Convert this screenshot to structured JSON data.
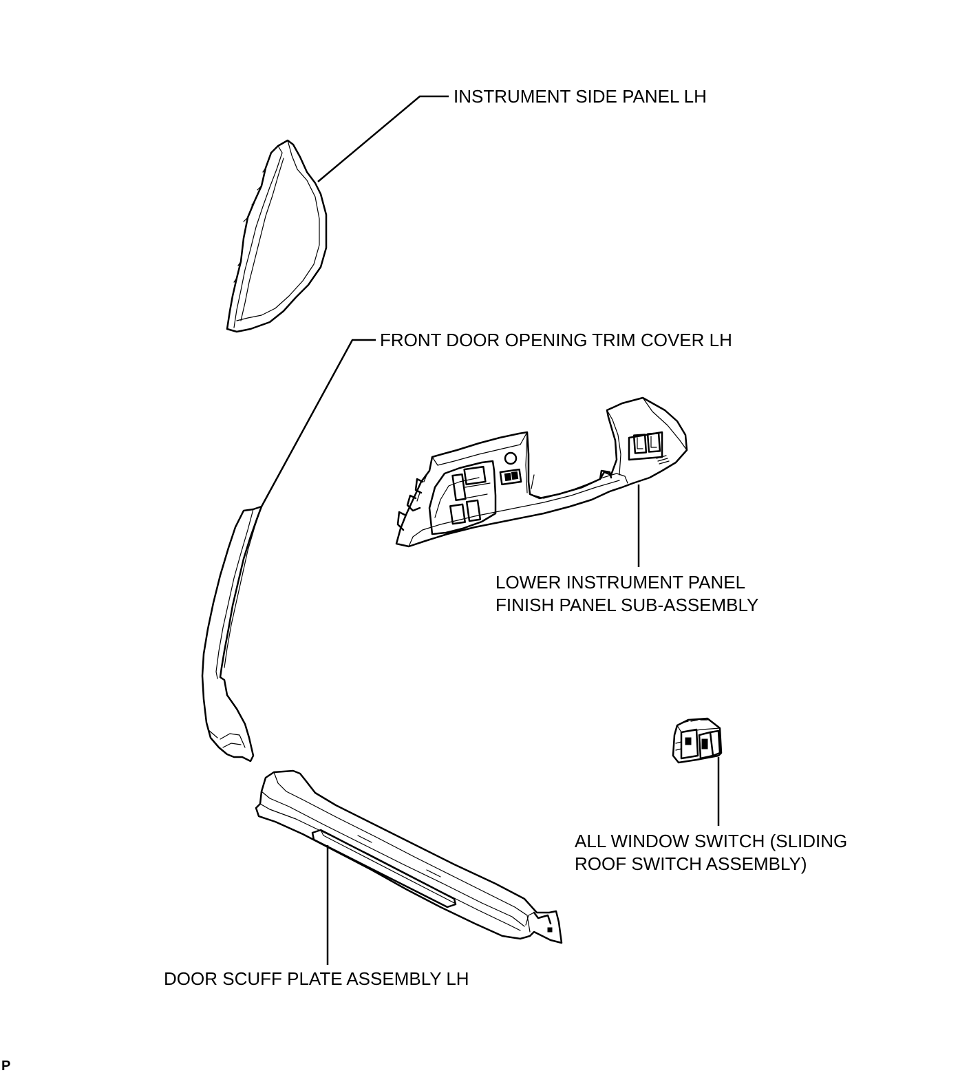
{
  "labels": {
    "instrument_side_panel": "INSTRUMENT SIDE PANEL LH",
    "front_door_opening_trim_cover": "FRONT DOOR OPENING TRIM COVER LH",
    "lower_instrument_panel_line1": "LOWER INSTRUMENT PANEL",
    "lower_instrument_panel_line2": "FINISH PANEL SUB-ASSEMBLY",
    "all_window_switch_line1": "ALL WINDOW SWITCH (SLIDING",
    "all_window_switch_line2": "ROOF SWITCH ASSEMBLY)",
    "door_scuff_plate": "DOOR SCUFF PLATE ASSEMBLY LH"
  },
  "corner_code": "P"
}
